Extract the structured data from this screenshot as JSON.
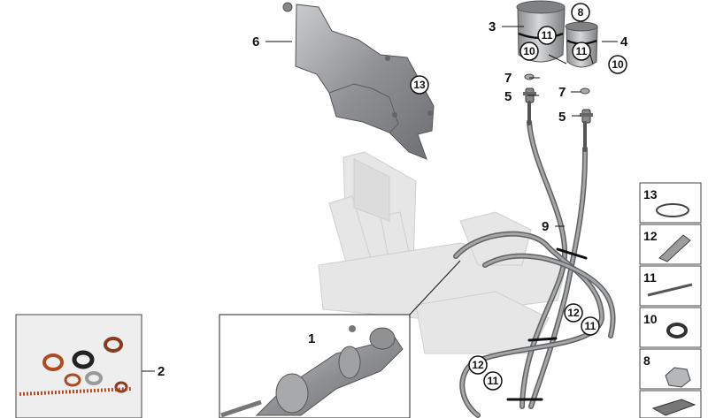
{
  "callouts": {
    "n1": "1",
    "n2": "2",
    "n3": "3",
    "n4": "4",
    "n5a": "5",
    "n5b": "5",
    "n6": "6",
    "n7a": "7",
    "n7b": "7",
    "n8": "8",
    "n9": "9",
    "c10a": "10",
    "c10b": "10",
    "c11a": "11",
    "c11b": "11",
    "c11c": "11",
    "c11d": "11",
    "c12a": "12",
    "c12b": "12",
    "c13": "13"
  },
  "side_panel": [
    {
      "label": "13",
      "icon": "hose-clamp-icon"
    },
    {
      "label": "12",
      "icon": "clip-bracket-icon"
    },
    {
      "label": "11",
      "icon": "cable-tie-icon"
    },
    {
      "label": "10",
      "icon": "o-ring-icon"
    },
    {
      "label": "8",
      "icon": "nut-icon"
    }
  ],
  "colors": {
    "part_gray": "#9a9c9e",
    "ghost_gray": "#e4e4e4",
    "line": "#222222"
  }
}
